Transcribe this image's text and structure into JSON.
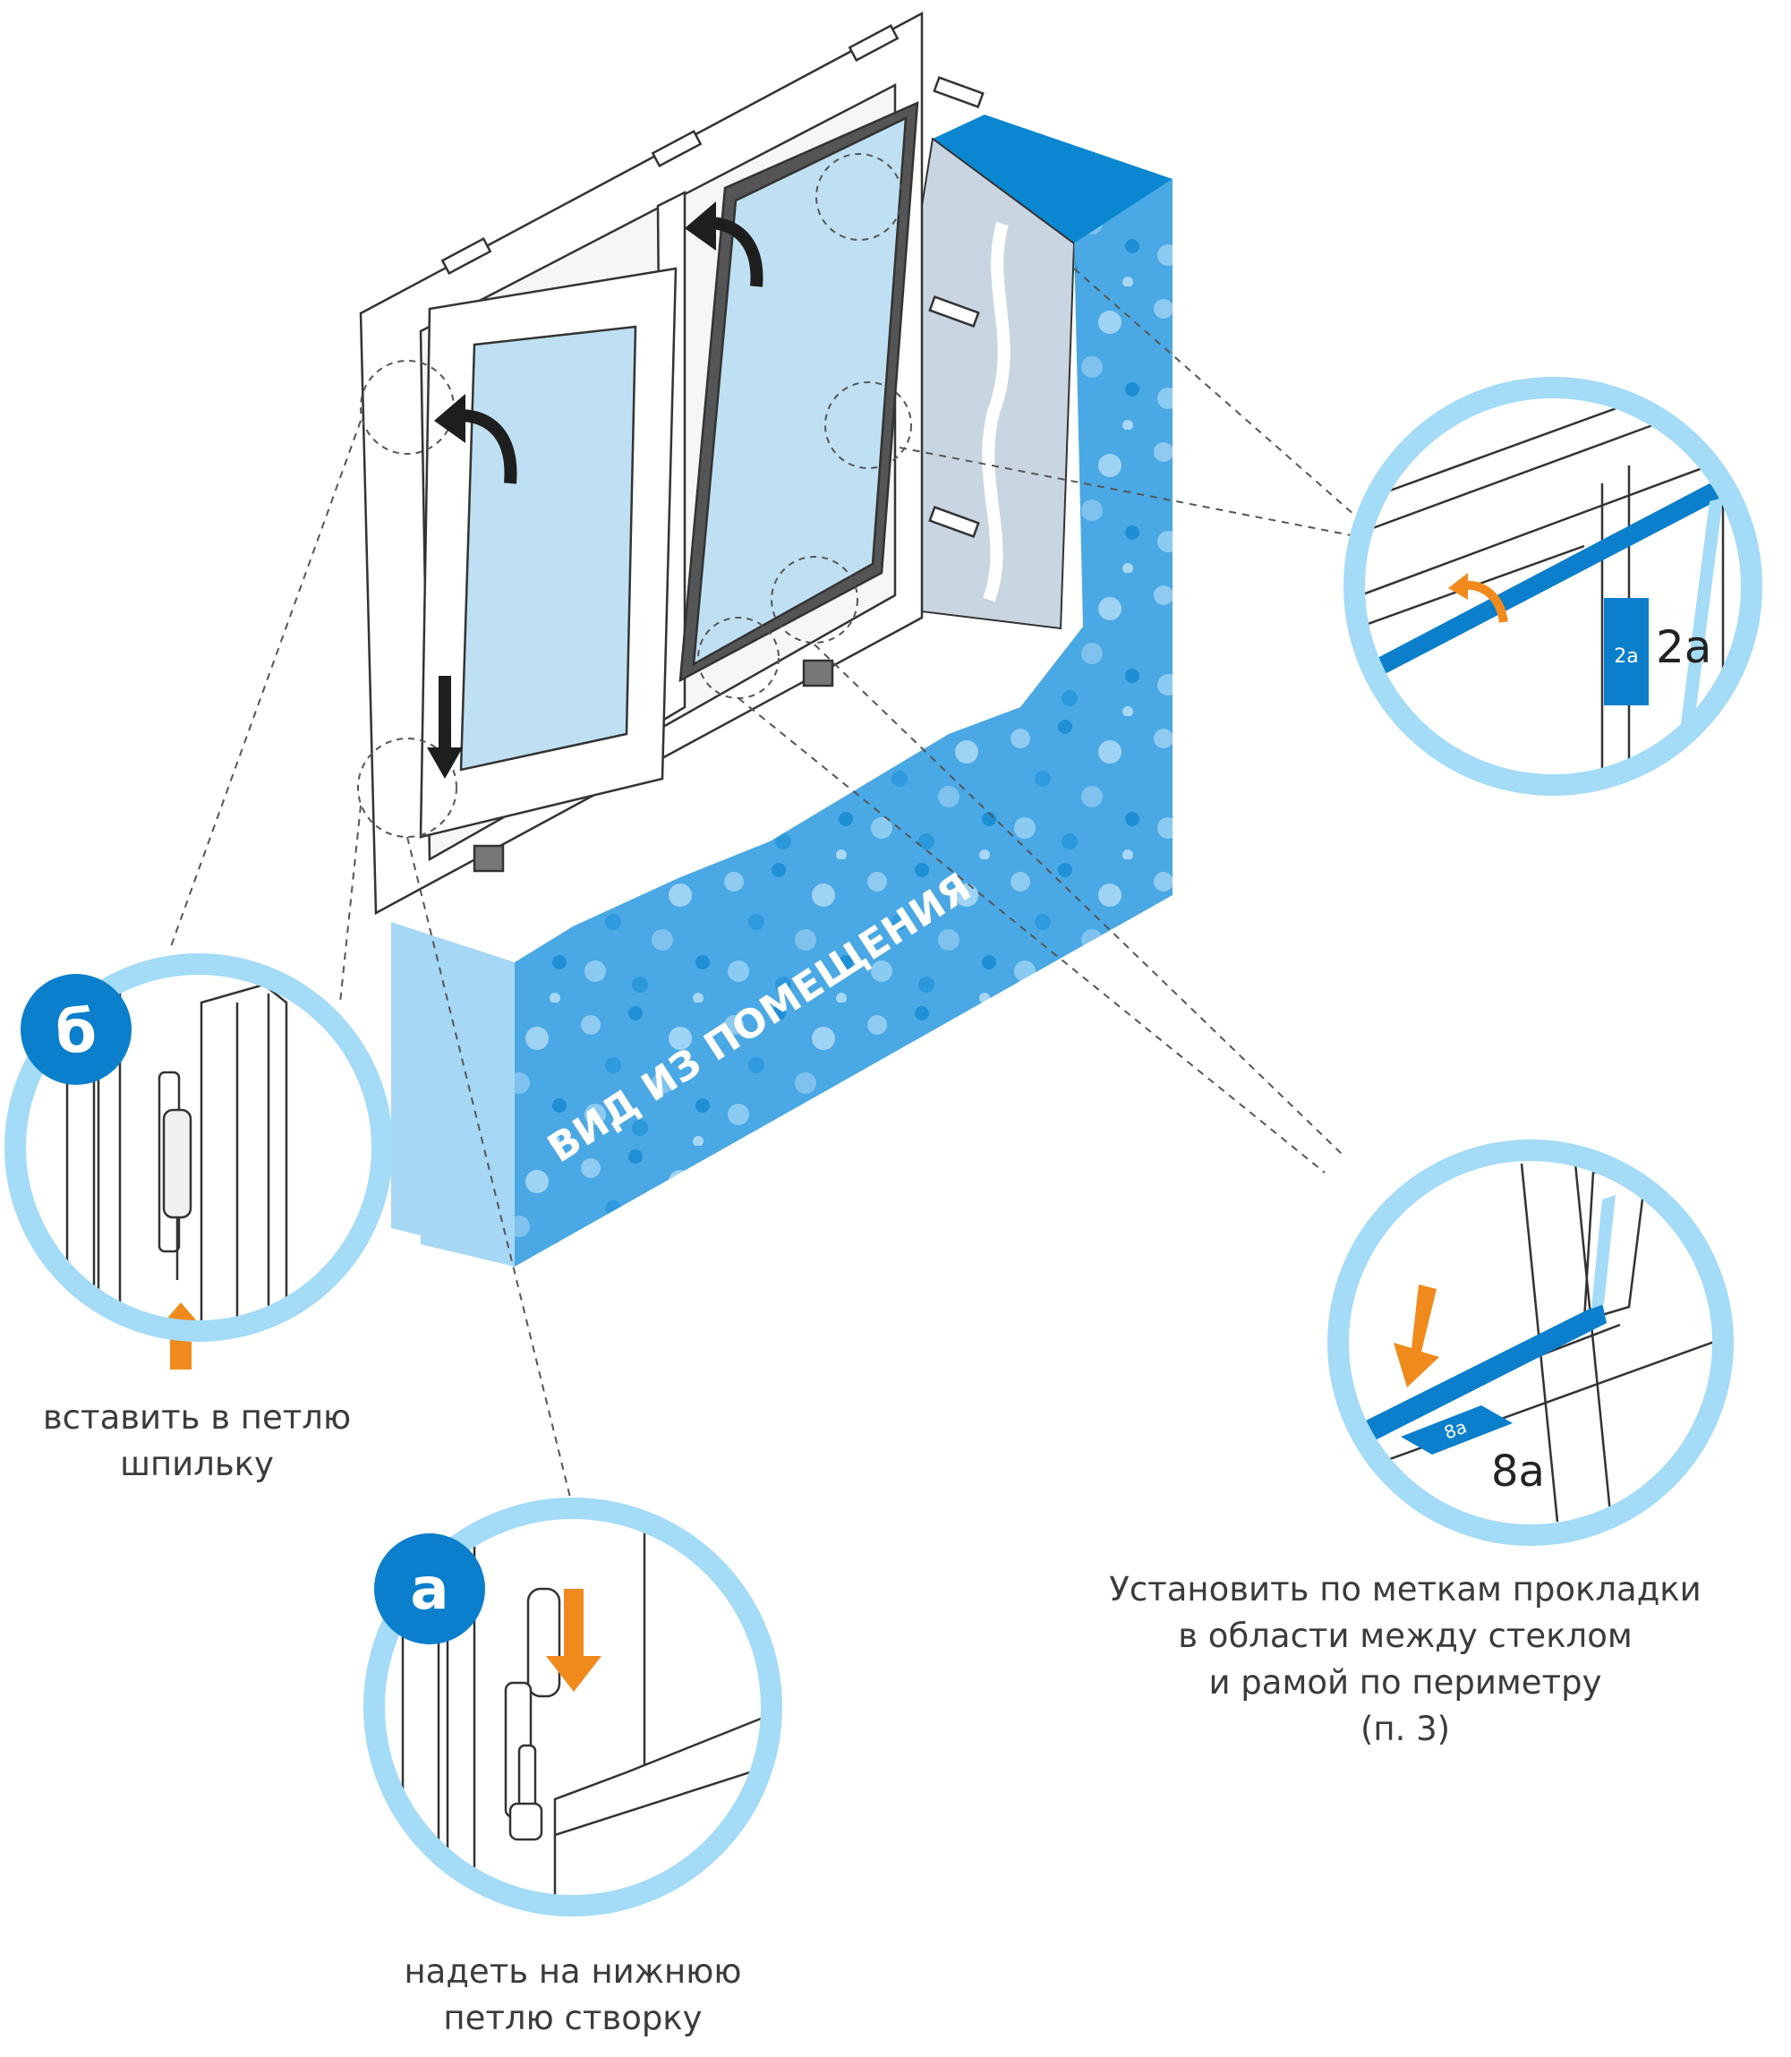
{
  "room_label": "ВИД ИЗ ПОМЕЩЕНИЯ",
  "callout_b": {
    "badge": "б",
    "caption": [
      "вставить в петлю",
      "шпильку"
    ]
  },
  "callout_a": {
    "badge": "а",
    "caption": [
      "надеть на нижнюю",
      "петлю створку"
    ]
  },
  "callout_2a": {
    "tag": "2а",
    "label": "2а"
  },
  "callout_8a": {
    "tag": "8а",
    "label": "8а",
    "caption": [
      "Установить по меткам прокладки",
      "в области между стеклом",
      "и рамой по периметру",
      "(п. 3)"
    ]
  },
  "colors": {
    "wall_blue": "#4aa8e4",
    "wall_dark": "#0a87d0",
    "ring": "#a4dbf7",
    "badge": "#0b7fcc",
    "glass": "#bfe0f2",
    "arrow_orange": "#f08a1c",
    "arrow_black": "#1e1e1e"
  }
}
